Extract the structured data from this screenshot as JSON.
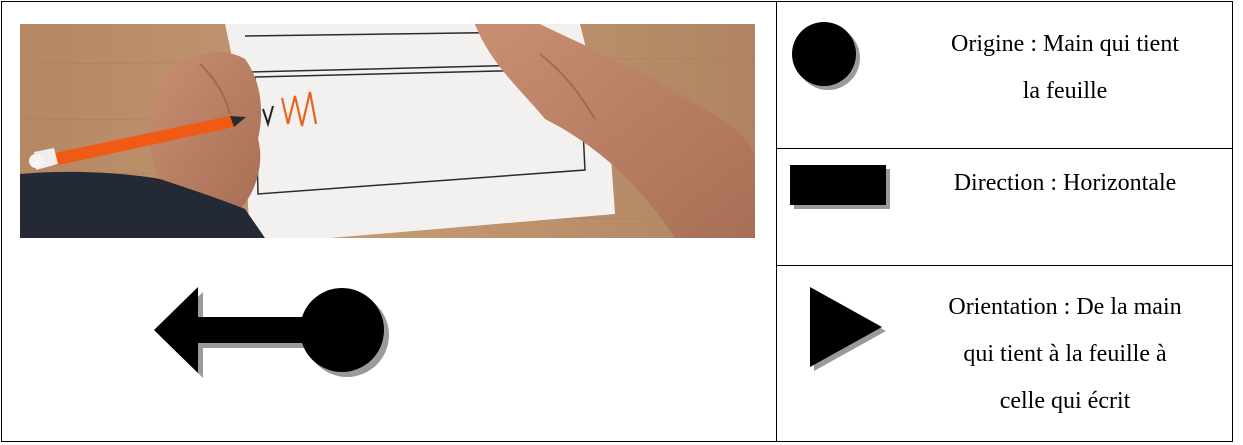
{
  "legend": {
    "origin": {
      "line1": "Origine : Main qui tient",
      "line2": "la feuille"
    },
    "direction": {
      "line1": "Direction : Horizontale"
    },
    "orientation": {
      "line1": "Orientation : De la main",
      "line2": "qui tient à la feuille à",
      "line3": "celle qui écrit"
    }
  },
  "symbols": {
    "origin": "filled-circle",
    "direction": "filled-rectangle",
    "orientation": "right-pointing-triangle",
    "summary": "left-arrow-from-circle"
  },
  "colors": {
    "symbol_fill": "#000000",
    "symbol_shadow": "#9a9a9a",
    "pen": "#f05a14",
    "scribble": "#e8641e",
    "table_wood": "#b98d67",
    "paper": "#f3f1ef",
    "sleeve": "#232a36"
  }
}
